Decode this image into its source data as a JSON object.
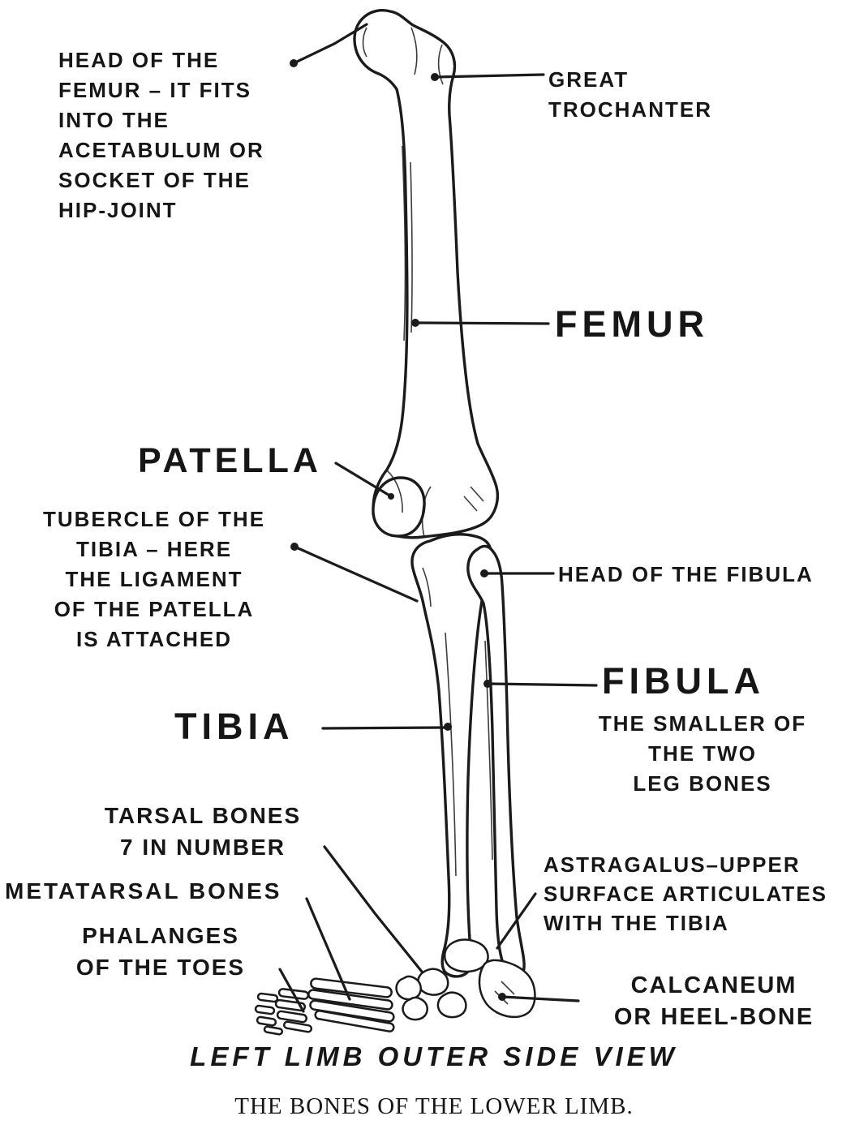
{
  "figure": {
    "title": "THE BONES OF THE LOWER LIMB.",
    "caption": "LEFT LIMB OUTER SIDE VIEW"
  },
  "labels": {
    "head_of_femur": "HEAD OF THE\nFEMUR – IT FITS\nINTO THE\nACETABULUM OR\nSOCKET OF THE\nHIP-JOINT",
    "great_trochanter": "GREAT\nTROCHANTER",
    "femur": "FEMUR",
    "patella": "PATELLA",
    "tubercle_of_tibia": "TUBERCLE OF THE\nTIBIA – HERE\nTHE LIGAMENT\nOF THE PATELLA\nIS ATTACHED",
    "head_of_fibula": "HEAD OF THE FIBULA",
    "fibula": "FIBULA",
    "fibula_note": "THE SMALLER OF\nTHE TWO\nLEG BONES",
    "tibia": "TIBIA",
    "tarsal_bones": "TARSAL BONES\n7 IN NUMBER",
    "metatarsal_bones": "METATARSAL BONES",
    "phalanges": "PHALANGES\nOF THE TOES",
    "astragalus": "ASTRAGALUS–UPPER\nSURFACE ARTICULATES\nWITH THE TIBIA",
    "calcaneum": "CALCANEUM\nOR  HEEL-BONE"
  },
  "colors": {
    "ink": "#1b1b1b",
    "paper": "#ffffff"
  }
}
